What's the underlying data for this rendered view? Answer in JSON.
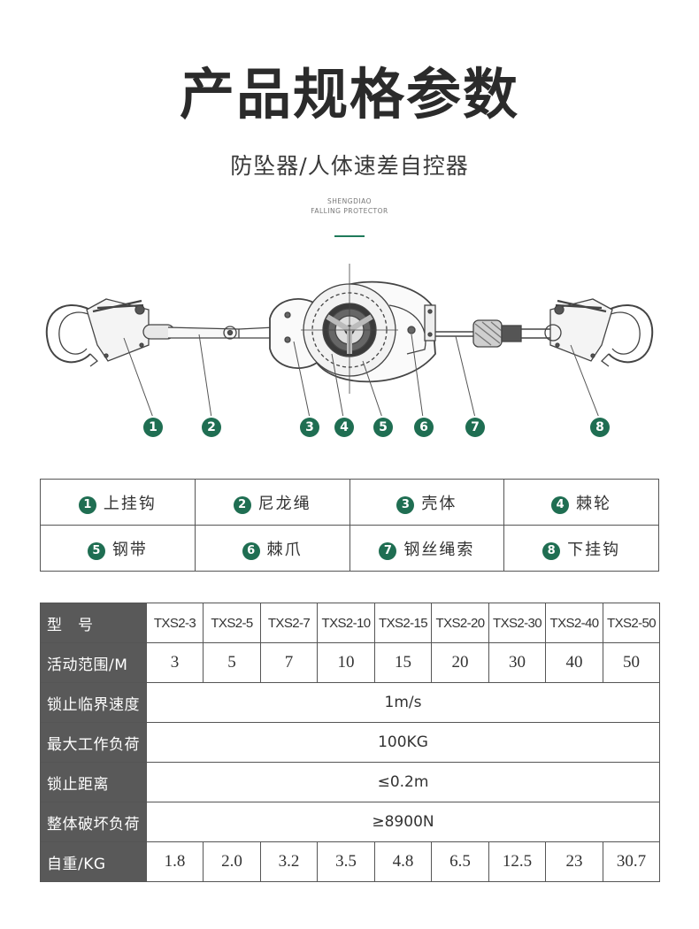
{
  "header": {
    "title": "产品规格参数",
    "subtitle": "防坠器/人体速差自控器",
    "en_line1": "SHENGDIAO",
    "en_line2": "FALLING PROTECTOR"
  },
  "diagram": {
    "markers": [
      "1",
      "2",
      "3",
      "4",
      "5",
      "6",
      "7",
      "8"
    ]
  },
  "parts": [
    {
      "num": "1",
      "label": "上挂钩"
    },
    {
      "num": "2",
      "label": "尼龙绳"
    },
    {
      "num": "3",
      "label": "壳体"
    },
    {
      "num": "4",
      "label": "棘轮"
    },
    {
      "num": "5",
      "label": "钢带"
    },
    {
      "num": "6",
      "label": "棘爪"
    },
    {
      "num": "7",
      "label": "钢丝绳索"
    },
    {
      "num": "8",
      "label": "下挂钩"
    }
  ],
  "spec": {
    "model_label": "型　号",
    "models": [
      "TXS2-3",
      "TXS2-5",
      "TXS2-7",
      "TXS2-10",
      "TXS2-15",
      "TXS2-20",
      "TXS2-30",
      "TXS2-40",
      "TXS2-50"
    ],
    "range_label": "活动范围/M",
    "ranges": [
      "3",
      "5",
      "7",
      "10",
      "15",
      "20",
      "30",
      "40",
      "50"
    ],
    "lock_speed_label": "锁止临界速度",
    "lock_speed": "1m/s",
    "max_load_label": "最大工作负荷",
    "max_load": "100KG",
    "lock_distance_label": "锁止距离",
    "lock_distance": "≤0.2m",
    "break_load_label": "整体破坏负荷",
    "break_load": "≥8900N",
    "weight_label": "自重/KG",
    "weights": [
      "1.8",
      "2.0",
      "3.2",
      "3.5",
      "4.8",
      "6.5",
      "12.5",
      "23",
      "30.7"
    ]
  },
  "colors": {
    "accent": "#1f6e52",
    "header_cell": "#595959",
    "border": "#555555"
  }
}
